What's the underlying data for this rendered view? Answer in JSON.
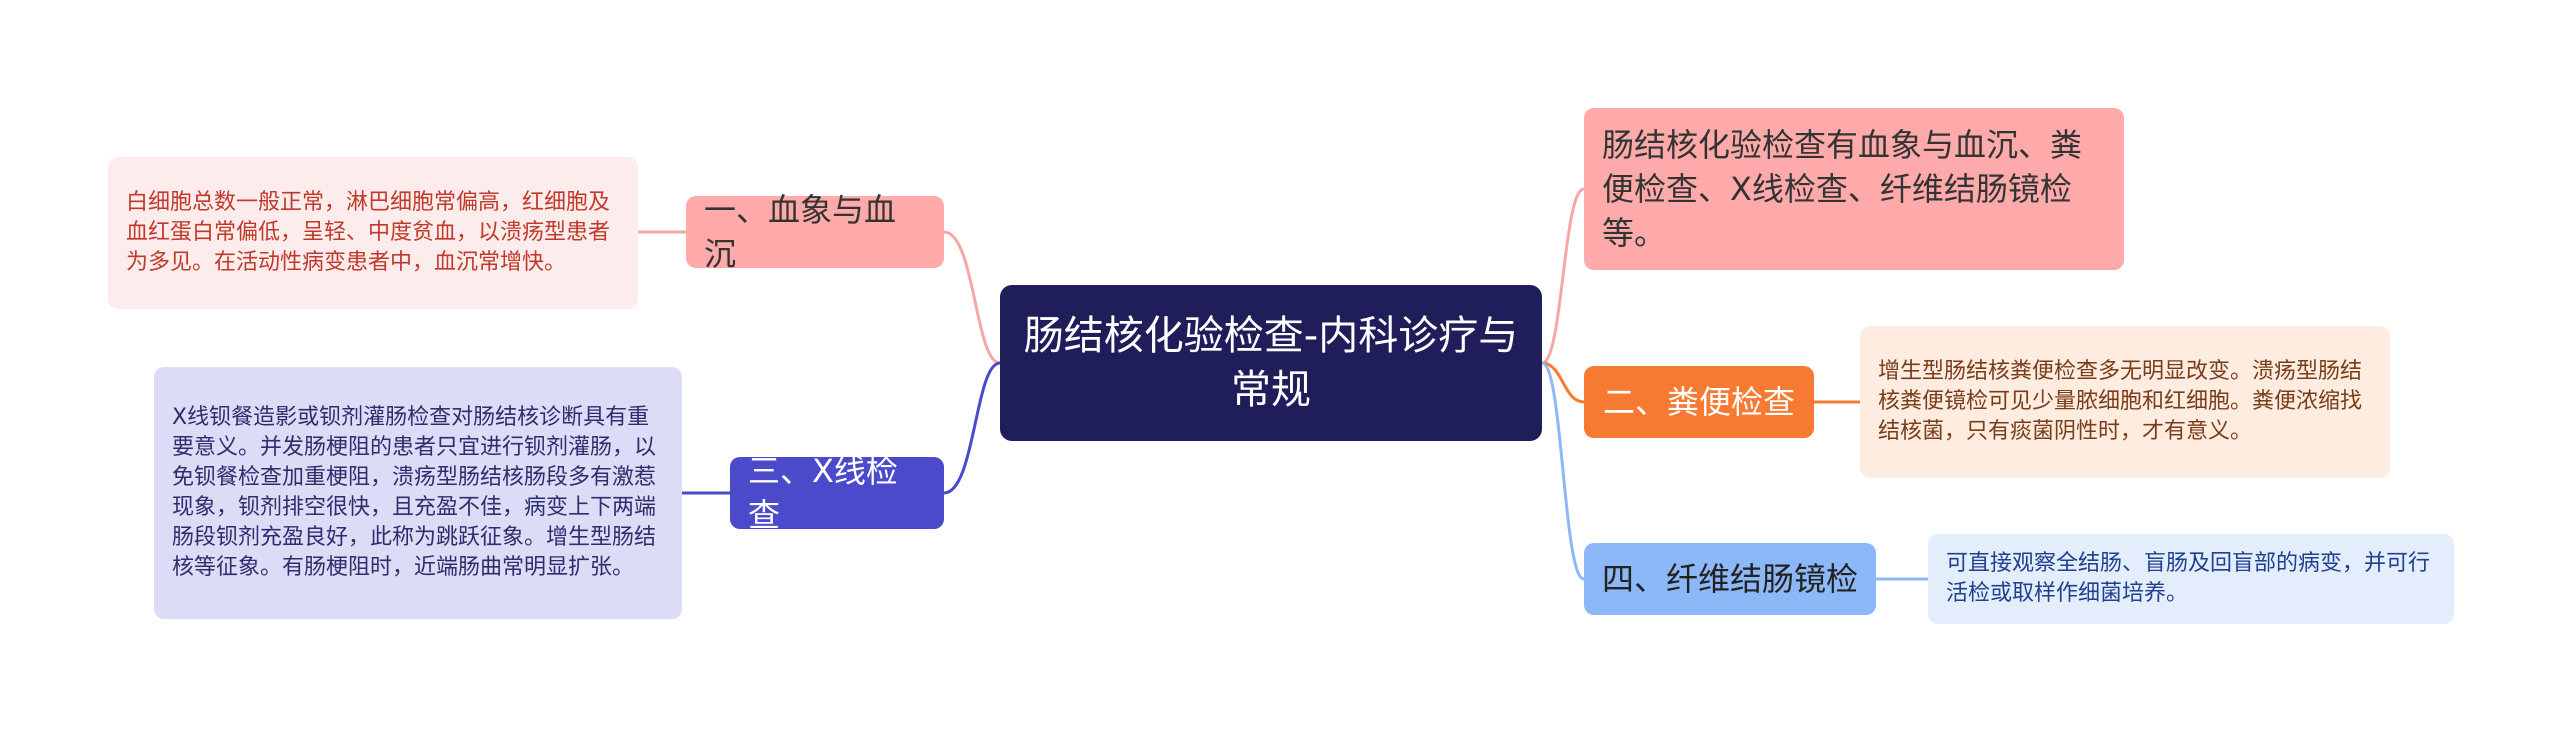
{
  "central_topic": "肠结核化验检查-内科诊疗与常规",
  "summary": "肠结核化验检查有血象与血沉、粪便检查、X线检查、纤维结肠镜检等。",
  "branches": {
    "b1": {
      "label": "一、血象与血沉",
      "detail": "白细胞总数一般正常，淋巴细胞常偏高，红细胞及血红蛋白常偏低，呈轻、中度贫血，以溃疡型患者为多见。在活动性病变患者中，血沉常增快。",
      "color": "#ffaaaa"
    },
    "b2": {
      "label": "二、粪便检查",
      "detail": "增生型肠结核粪便检查多无明显改变。溃疡型肠结核粪便镜检可见少量脓细胞和红细胞。粪便浓缩找结核菌，只有痰菌阴性时，才有意义。",
      "color": "#f77a33"
    },
    "b3": {
      "label": "三、X线检查",
      "detail": "X线钡餐造影或钡剂灌肠检查对肠结核诊断具有重要意义。并发肠梗阻的患者只宜进行钡剂灌肠，以免钡餐检查加重梗阻，溃疡型肠结核肠段多有激惹现象，钡剂排空很快，且充盈不佳，病变上下两端肠段钡剂充盈良好，此称为跳跃征象。增生型肠结核等征象。有肠梗阻时，近端肠曲常明显扩张。",
      "color": "#4a4acb"
    },
    "b4": {
      "label": "四、纤维结肠镜检",
      "detail": "可直接观察全结肠、盲肠及回盲部的病变，并可行活检或取样作细菌培养。",
      "color": "#8cb8f7"
    }
  },
  "colors": {
    "center": "#1f1d5a",
    "link_pink": "#f4a7a7",
    "link_orange": "#f77a33",
    "link_blue_dark": "#4a4acb",
    "link_blue_light": "#8cb8f7"
  }
}
